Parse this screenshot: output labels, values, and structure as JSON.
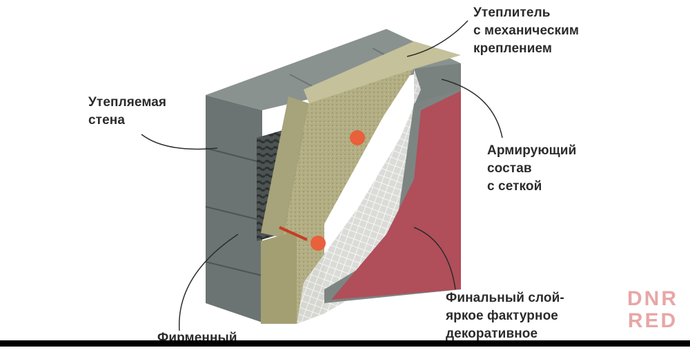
{
  "labels": {
    "wall": [
      "Утепляемая",
      "стена"
    ],
    "insulation": [
      "Утеплитель",
      "с механическим",
      "креплением"
    ],
    "reinforcing": [
      "Армирующий",
      "состав",
      "с сеткой"
    ],
    "final": [
      "Финальный слой-",
      "яркое фактурное",
      "декоративное"
    ],
    "branded": [
      "Фирменный"
    ]
  },
  "watermark": [
    "DNR",
    "RED"
  ],
  "colors": {
    "block_front": "#6b7472",
    "block_top": "#8c9492",
    "insulation": "#a9a57a",
    "plaster": "#b04e5a",
    "mesh": "#e4e4e4",
    "dowel": "#e8603c"
  }
}
